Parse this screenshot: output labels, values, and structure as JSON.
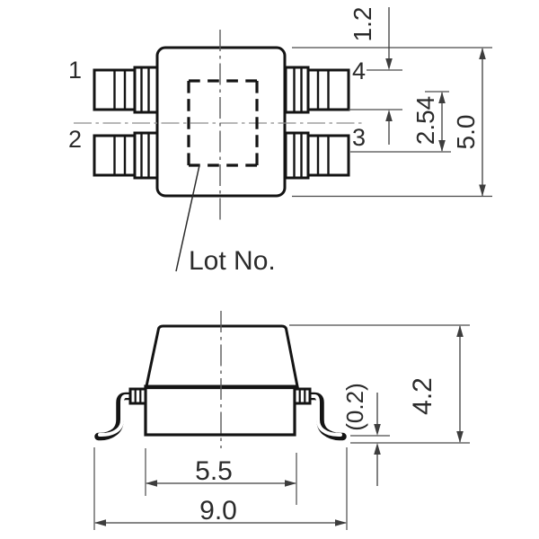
{
  "drawing_title": "package-outline-drawing",
  "top_view": {
    "pins": {
      "p1": "1",
      "p2": "2",
      "p3": "3",
      "p4": "4"
    },
    "lot_label": "Lot No.",
    "dim_lead_width": "1.2",
    "dim_lead_pitch": "2.54",
    "dim_body_width": "5.0"
  },
  "side_view": {
    "dim_body_length": "5.5",
    "dim_lead_span": "9.0",
    "dim_height": "4.2",
    "dim_standoff": "(0.2)"
  },
  "colors": {
    "outline": "#141414",
    "dimension": "#3d3d3d",
    "centerline": "#8c8c8c"
  }
}
